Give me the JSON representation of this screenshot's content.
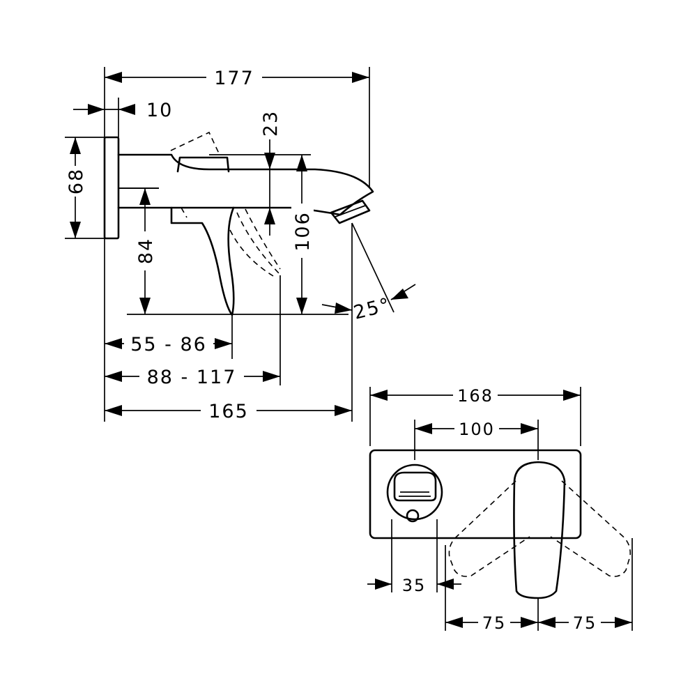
{
  "side_view": {
    "dim_overall_length": "177",
    "dim_wall_plate_thickness": "10",
    "dim_plate_height": "68",
    "dim_spout_thickness": "23",
    "dim_spout_height": "106",
    "dim_center_height": "84",
    "dim_spray_angle": "25°",
    "dim_lever_reach": "55 - 86",
    "dim_lever_swing": "88 - 117",
    "dim_spout_projection": "165"
  },
  "front_view": {
    "dim_plate_width": "168",
    "dim_center_distance": "100",
    "dim_aerator_offset": "35",
    "dim_lever_left_swing": "75",
    "dim_lever_right_swing": "75"
  }
}
